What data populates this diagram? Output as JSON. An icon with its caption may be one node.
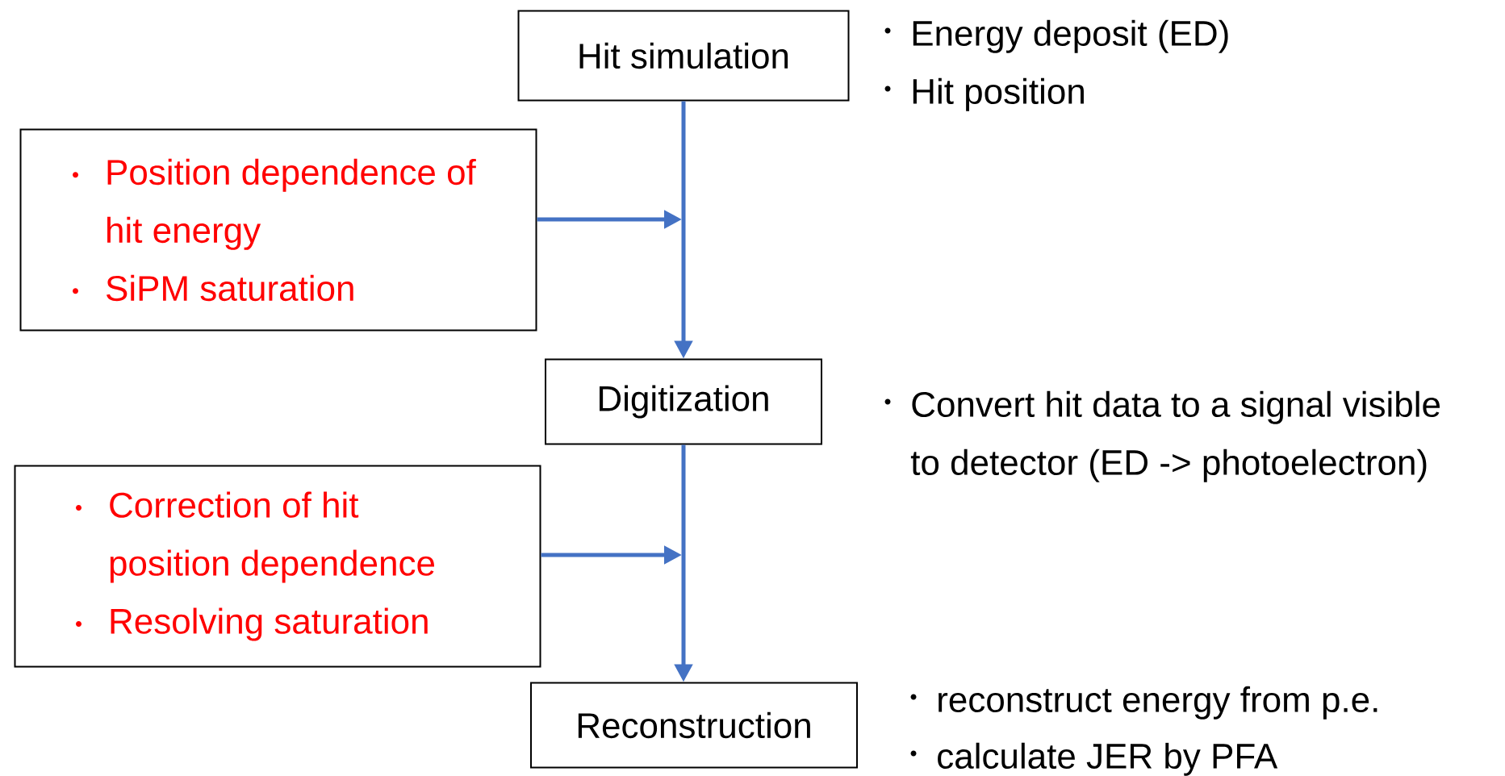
{
  "diagram": {
    "nodes": [
      {
        "text": [
          "Hit simulation"
        ],
        "beside": [
          "Energy deposit (ED)",
          "Hit position"
        ]
      },
      {
        "text": [
          "Position dependence of hit energy",
          "SiPM saturation"
        ]
      },
      {
        "text": [
          "Digitization"
        ],
        "beside": [
          "Convert hit data to a signal visible to detector (ED -> photoelectron)"
        ]
      },
      {
        "text": [
          "Correction of hit position dependence",
          "Resolving saturation"
        ]
      },
      {
        "text": [
          "Reconstruction"
        ],
        "beside": [
          "reconstruct energy from p.e.",
          "calculate JER by PFA"
        ]
      }
    ],
    "edges": [
      {
        "from": 0,
        "to": 2,
        "arrow": "to"
      },
      {
        "from": 1,
        "to": null,
        "arrow": "to"
      },
      {
        "from": 2,
        "to": 4,
        "arrow": "to"
      },
      {
        "from": 3,
        "to": null,
        "arrow": "to"
      }
    ]
  }
}
